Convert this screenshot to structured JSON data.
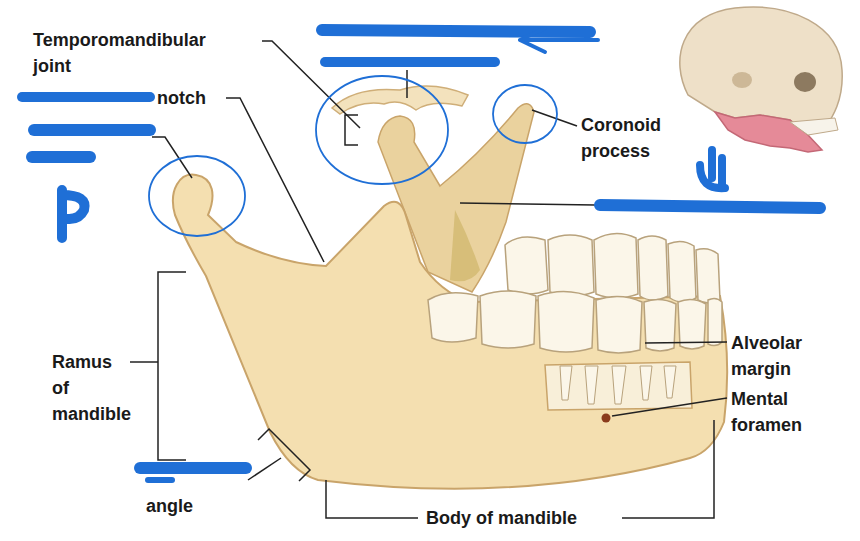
{
  "diagram": {
    "labels": [
      "Temporomandibular joint",
      "notch",
      "Coronoid process",
      "Ramus of mandible",
      "Alveolar margin",
      "Mental foramen",
      "angle",
      "Body of mandible"
    ]
  }
}
